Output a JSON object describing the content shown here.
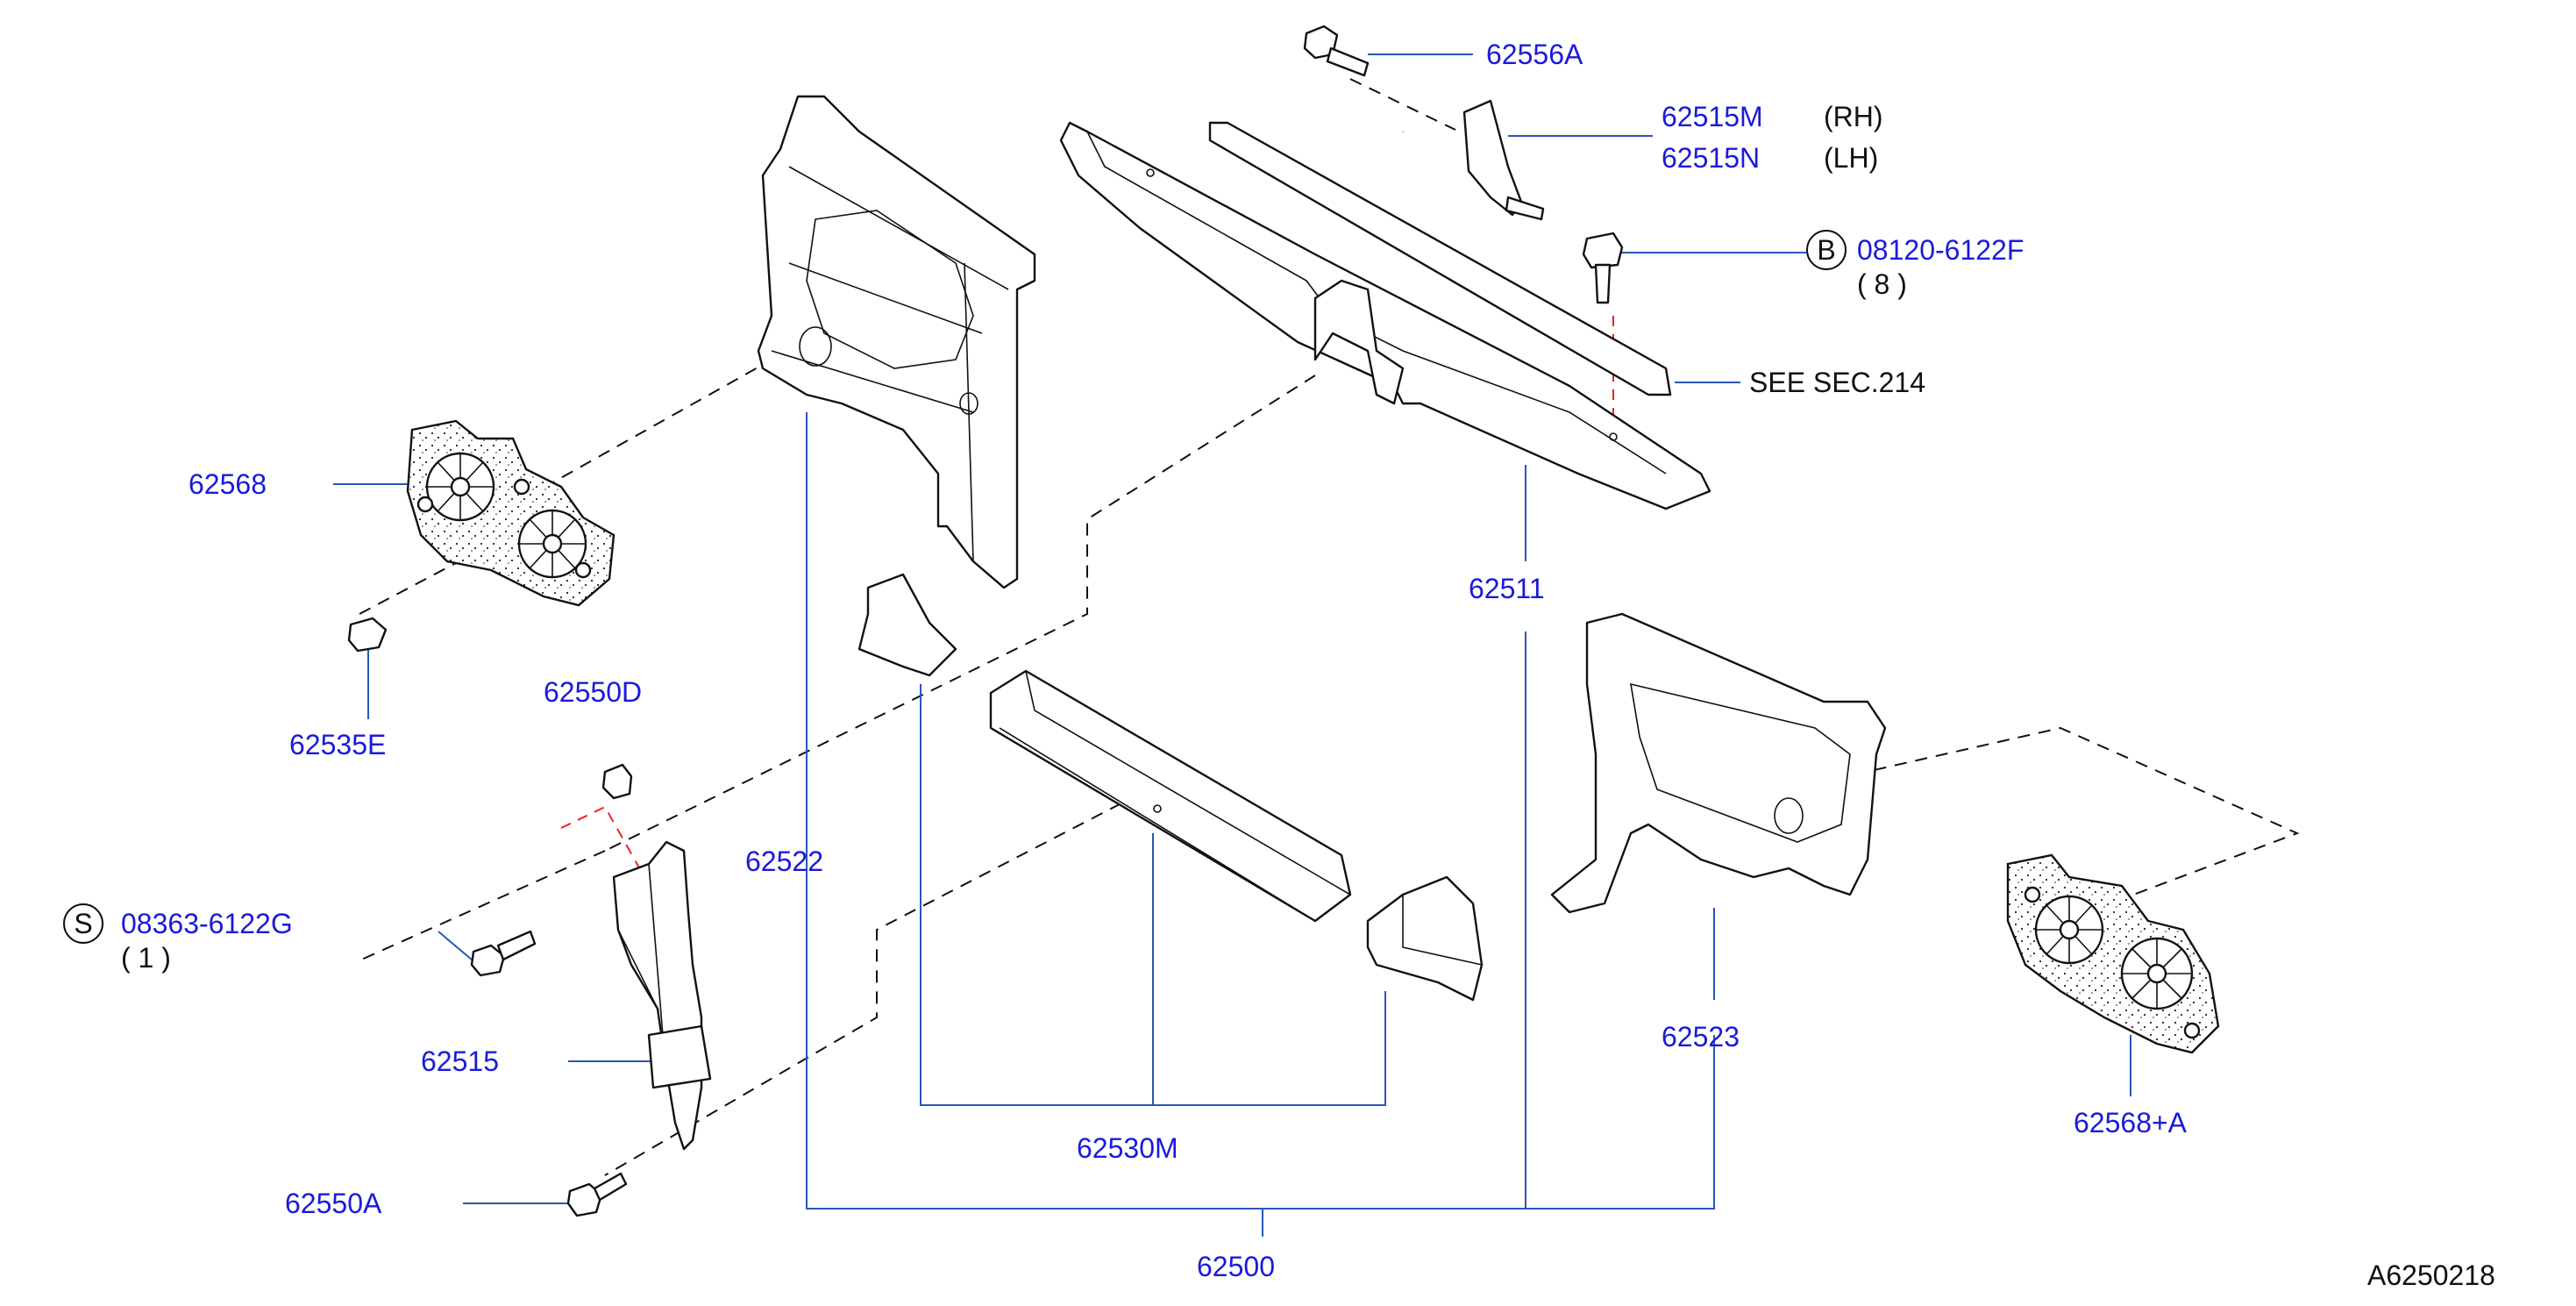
{
  "parts": {
    "p62556A": "62556A",
    "p62515M": "62515M",
    "p62515N": "62515N",
    "rh": "(RH)",
    "lh": "(LH)",
    "b_symbol": "B",
    "p08120": "08120-6122F",
    "qty_8": "( 8 )",
    "see_sec": "SEE SEC.214",
    "p62568": "62568",
    "p62535E": "62535E",
    "p62550D": "62550D",
    "s_symbol": "S",
    "p08363": "08363-6122G",
    "qty_1": "( 1 )",
    "p62515": "62515",
    "p62550A": "62550A",
    "p62522": "62522",
    "p62511": "62511",
    "p62530M": "62530M",
    "p62523": "62523",
    "p62568A": "62568+A",
    "p62500": "62500",
    "diagram_id": "A6250218"
  },
  "colors": {
    "part_number": "#1a1adc",
    "leader_line": "#2a56b8",
    "hidden_line": "#e22222",
    "outline": "#111111"
  }
}
